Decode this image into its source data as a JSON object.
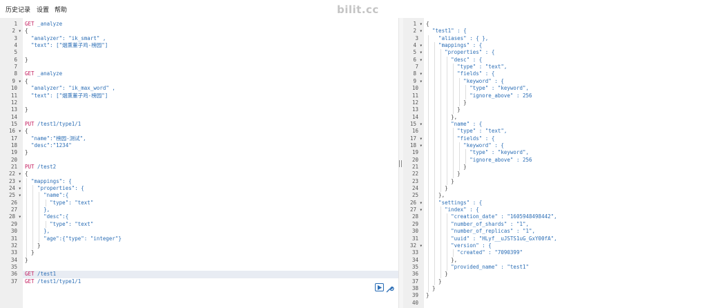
{
  "menu": {
    "history": "历史记录",
    "settings": "设置",
    "help": "帮助"
  },
  "watermark": "bilit.cc",
  "editor": {
    "active_line": 36,
    "lines": [
      [
        {
          "c": "k",
          "t": "GET"
        },
        {
          "c": "u",
          "t": " _analyze"
        }
      ],
      [
        {
          "c": "p",
          "t": "{"
        }
      ],
      [
        {
          "c": "s",
          "t": "  \"analyzer\": \"ik_smart\" ,"
        }
      ],
      [
        {
          "c": "s",
          "t": "  \"text\": [\"烟熏董子鸡-榜园\"]"
        }
      ],
      [
        {
          "c": "p",
          "t": ""
        }
      ],
      [
        {
          "c": "p",
          "t": "}"
        }
      ],
      [
        {
          "c": "p",
          "t": ""
        }
      ],
      [
        {
          "c": "k",
          "t": "GET"
        },
        {
          "c": "u",
          "t": " _analyze"
        }
      ],
      [
        {
          "c": "p",
          "t": "{"
        }
      ],
      [
        {
          "c": "s",
          "t": "  \"analyzer\": \"ik_max_word\" ,"
        }
      ],
      [
        {
          "c": "s",
          "t": "  \"text\": [\"烟熏董子鸡-榜园\"]"
        }
      ],
      [
        {
          "c": "p",
          "t": ""
        }
      ],
      [
        {
          "c": "p",
          "t": "}"
        }
      ],
      [
        {
          "c": "p",
          "t": ""
        }
      ],
      [
        {
          "c": "k",
          "t": "PUT"
        },
        {
          "c": "u",
          "t": " /test1/type1/1"
        }
      ],
      [
        {
          "c": "p",
          "t": "{"
        }
      ],
      [
        {
          "c": "s",
          "t": "  \"name\":\"榜园-测试\","
        }
      ],
      [
        {
          "c": "s",
          "t": "  \"desc\":\"1234\""
        }
      ],
      [
        {
          "c": "p",
          "t": "}"
        }
      ],
      [
        {
          "c": "p",
          "t": ""
        }
      ],
      [
        {
          "c": "k",
          "t": "PUT"
        },
        {
          "c": "u",
          "t": " /test2"
        }
      ],
      [
        {
          "c": "p",
          "t": "{"
        }
      ],
      [
        {
          "c": "s",
          "t": "  \"mappings\": {"
        }
      ],
      [
        {
          "c": "s",
          "t": "    \"properties\": {"
        }
      ],
      [
        {
          "c": "s",
          "t": "      \"name\":{"
        }
      ],
      [
        {
          "c": "s",
          "t": "        \"type\": \"text\""
        }
      ],
      [
        {
          "c": "s",
          "t": "      },"
        }
      ],
      [
        {
          "c": "s",
          "t": "      \"desc\":{"
        }
      ],
      [
        {
          "c": "s",
          "t": "        \"type\": \"text\""
        }
      ],
      [
        {
          "c": "s",
          "t": "      },"
        }
      ],
      [
        {
          "c": "s",
          "t": "      \"age\":{\"type\": \"integer\"}"
        }
      ],
      [
        {
          "c": "p",
          "t": "    }"
        }
      ],
      [
        {
          "c": "p",
          "t": "  }"
        }
      ],
      [
        {
          "c": "p",
          "t": "}"
        }
      ],
      [
        {
          "c": "p",
          "t": ""
        }
      ],
      [
        {
          "c": "k",
          "t": "GET"
        },
        {
          "c": "u",
          "t": " /test1"
        }
      ],
      [
        {
          "c": "k",
          "t": "GET"
        },
        {
          "c": "u",
          "t": " /test1/type1/1"
        }
      ]
    ],
    "fold_lines": [
      2,
      9,
      16,
      22,
      23,
      24,
      25,
      28
    ]
  },
  "output": {
    "lines": [
      "{",
      "  \"test1\" : {",
      "    \"aliases\" : { },",
      "    \"mappings\" : {",
      "      \"properties\" : {",
      "        \"desc\" : {",
      "          \"type\" : \"text\",",
      "          \"fields\" : {",
      "            \"keyword\" : {",
      "              \"type\" : \"keyword\",",
      "              \"ignore_above\" : 256",
      "            }",
      "          }",
      "        },",
      "        \"name\" : {",
      "          \"type\" : \"text\",",
      "          \"fields\" : {",
      "            \"keyword\" : {",
      "              \"type\" : \"keyword\",",
      "              \"ignore_above\" : 256",
      "            }",
      "          }",
      "        }",
      "      }",
      "    },",
      "    \"settings\" : {",
      "      \"index\" : {",
      "        \"creation_date\" : \"1605948498442\",",
      "        \"number_of_shards\" : \"1\",",
      "        \"number_of_replicas\" : \"1\",",
      "        \"uuid\" : \"HLyf__uJSTS1uG_GxY00fA\",",
      "        \"version\" : {",
      "          \"created\" : \"7090399\"",
      "        },",
      "        \"provided_name\" : \"test1\"",
      "      }",
      "    }",
      "  }",
      "}",
      ""
    ],
    "fold_lines": [
      1,
      2,
      4,
      5,
      6,
      8,
      9,
      15,
      17,
      18,
      26,
      27,
      32
    ]
  },
  "icons": {
    "run": "play-icon",
    "settings": "wrench-icon",
    "splitter": "resize-handle-icon"
  },
  "colors": {
    "keyword": "#c2185b",
    "string": "#2a6db5",
    "active_row": "#e8ecf3",
    "gutter": "#efefef"
  }
}
